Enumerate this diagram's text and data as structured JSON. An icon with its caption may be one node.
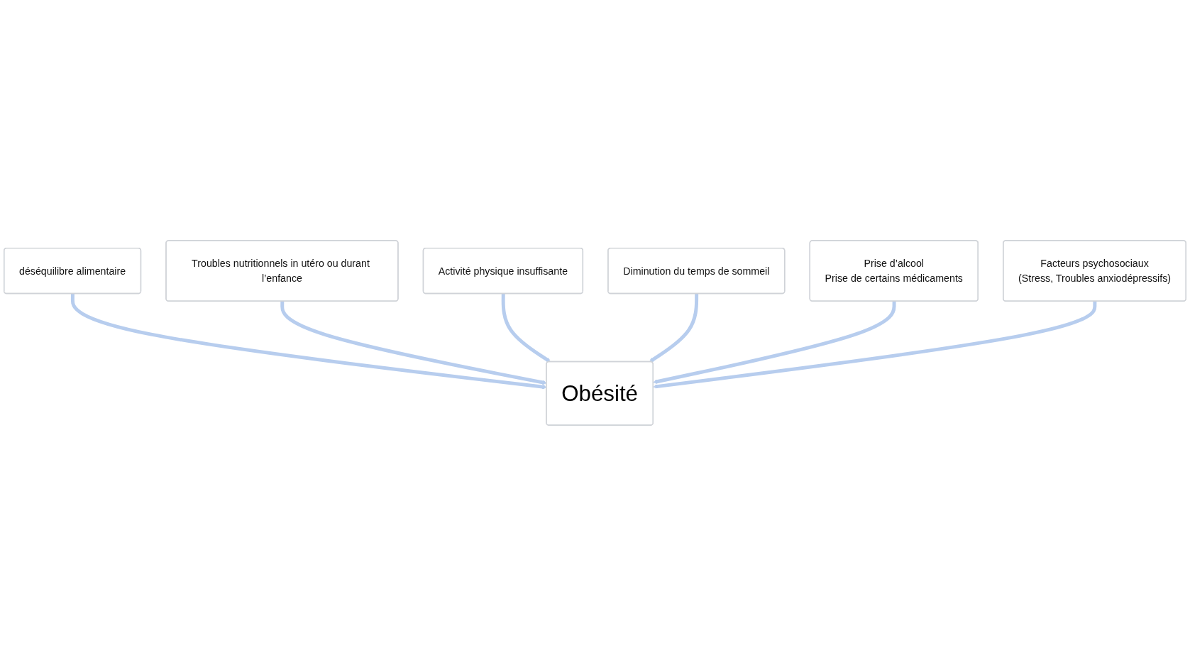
{
  "diagram": {
    "nodes": [
      {
        "text": [
          "déséquilibre alimentaire"
        ]
      },
      {
        "text": [
          "Troubles nutritionnels in utéro ou durant l’enfance"
        ]
      },
      {
        "text": [
          "Activité physique insuffisante"
        ]
      },
      {
        "text": [
          "Obésité"
        ]
      },
      {
        "text": [
          "Diminution du temps de sommeil"
        ]
      },
      {
        "text": [
          "Prise d’alcool",
          "Prise de certains médicaments"
        ]
      },
      {
        "text": [
          "Facteurs psychosociaux",
          "(Stress, Troubles anxiodépressifs)"
        ]
      }
    ],
    "edges": [
      {
        "from": 0,
        "to": 3,
        "arrow": "to"
      },
      {
        "from": 1,
        "to": 3,
        "arrow": "to"
      },
      {
        "from": 2,
        "to": 3,
        "arrow": "to"
      },
      {
        "from": 4,
        "to": 3,
        "arrow": "to"
      },
      {
        "from": 5,
        "to": 3,
        "arrow": "to"
      },
      {
        "from": 6,
        "to": 3,
        "arrow": "to"
      }
    ]
  }
}
